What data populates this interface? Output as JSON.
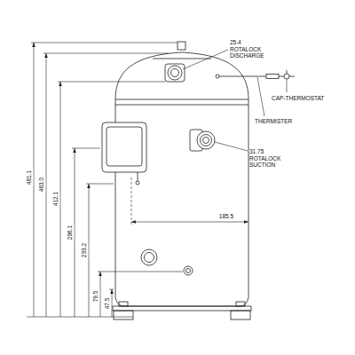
{
  "diagram": {
    "labels": [
      "481.1",
      "463.0",
      "412.1",
      "296.1",
      "233.2",
      "79.5",
      "47.5",
      "25.4 ROTALOCK DISCHARGE",
      "CAP-THERMOSTAT",
      "THERMISTER",
      "31.75 ROTALOCK SUCTION",
      "185.5"
    ]
  }
}
